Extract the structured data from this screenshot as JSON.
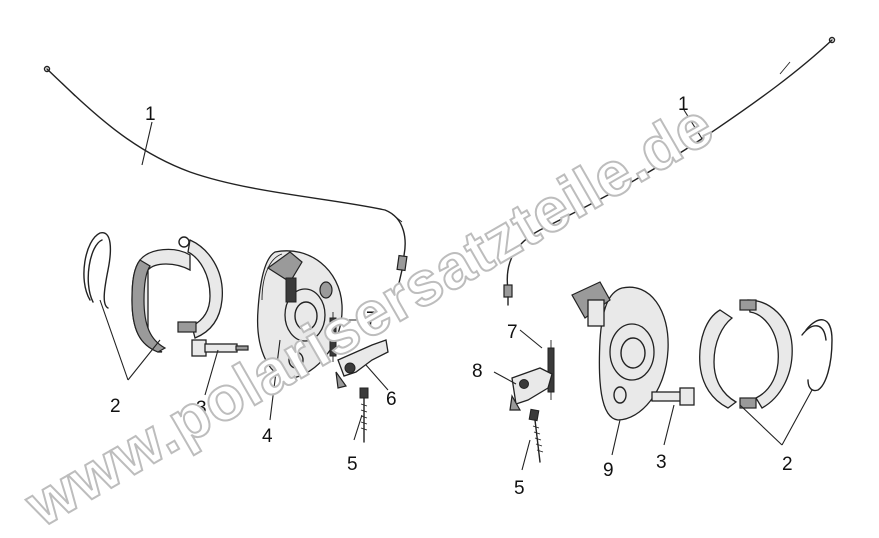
{
  "watermark": "www.polarisersatzteile.de",
  "callouts": {
    "left_1": "1",
    "left_2": "2",
    "left_3": "3",
    "left_4": "4",
    "left_5": "5",
    "left_6": "6",
    "left_7": "7",
    "right_1": "1",
    "right_7": "7",
    "right_8": "8",
    "right_5": "5",
    "right_9": "9",
    "right_3": "3",
    "right_2": "2"
  },
  "colors": {
    "line": "#222222",
    "watermark_stroke": "#bdbdbd",
    "background": "#ffffff"
  }
}
